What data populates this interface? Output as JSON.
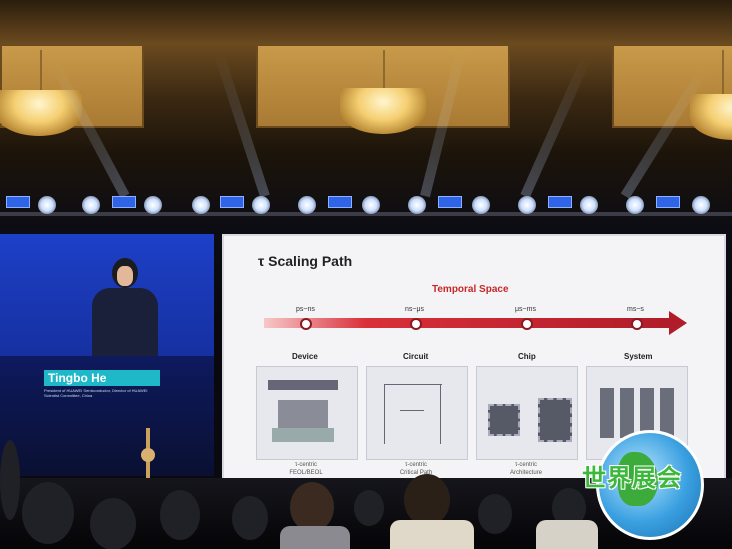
{
  "left_screen": {
    "speaker_name": "Tingbo He",
    "speaker_caption": "President of HUAWEI Semiconductor, Director of HUAWEI Scientist Committee, China"
  },
  "slide": {
    "title": "τ Scaling Path",
    "axis_label": "Temporal Space",
    "ticks": [
      "ps~ns",
      "ns~μs",
      "μs~ms",
      "ms~s"
    ],
    "stages": [
      {
        "label": "Device",
        "caption_line1": "τ-centric",
        "caption_line2": "FEOL/BEOL"
      },
      {
        "label": "Circuit",
        "caption_line1": "τ-centric",
        "caption_line2": "Critical Path"
      },
      {
        "label": "Chip",
        "caption_line1": "τ-centric",
        "caption_line2": "Architecture"
      },
      {
        "label": "System",
        "caption_line1": "",
        "caption_line2": ""
      }
    ],
    "accent_color": "#c62828"
  },
  "watermark": {
    "text": "世界展会"
  }
}
